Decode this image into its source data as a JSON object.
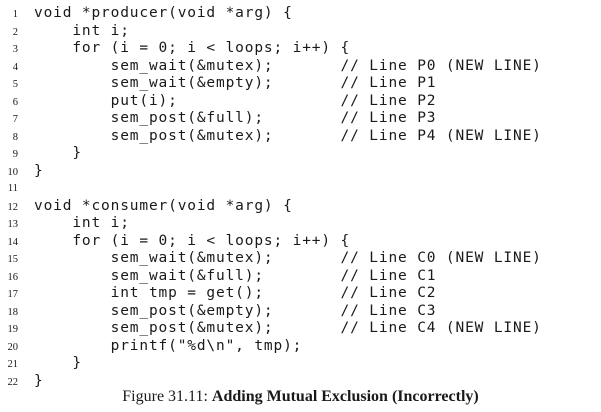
{
  "caption": {
    "label": "Figure 31.11:",
    "title": "Adding Mutual Exclusion (Incorrectly)"
  },
  "code": {
    "language": "c",
    "lines": [
      {
        "num": 1,
        "text": "void *producer(void *arg) {"
      },
      {
        "num": 2,
        "text": "    int i;"
      },
      {
        "num": 3,
        "text": "    for (i = 0; i < loops; i++) {"
      },
      {
        "num": 4,
        "text": "        sem_wait(&mutex);       // Line P0 (NEW LINE)"
      },
      {
        "num": 5,
        "text": "        sem_wait(&empty);       // Line P1"
      },
      {
        "num": 6,
        "text": "        put(i);                 // Line P2"
      },
      {
        "num": 7,
        "text": "        sem_post(&full);        // Line P3"
      },
      {
        "num": 8,
        "text": "        sem_post(&mutex);       // Line P4 (NEW LINE)"
      },
      {
        "num": 9,
        "text": "    }"
      },
      {
        "num": 10,
        "text": "}"
      },
      {
        "num": 11,
        "text": ""
      },
      {
        "num": 12,
        "text": "void *consumer(void *arg) {"
      },
      {
        "num": 13,
        "text": "    int i;"
      },
      {
        "num": 14,
        "text": "    for (i = 0; i < loops; i++) {"
      },
      {
        "num": 15,
        "text": "        sem_wait(&mutex);       // Line C0 (NEW LINE)"
      },
      {
        "num": 16,
        "text": "        sem_wait(&full);        // Line C1"
      },
      {
        "num": 17,
        "text": "        int tmp = get();        // Line C2"
      },
      {
        "num": 18,
        "text": "        sem_post(&empty);       // Line C3"
      },
      {
        "num": 19,
        "text": "        sem_post(&mutex);       // Line C4 (NEW LINE)"
      },
      {
        "num": 20,
        "text": "        printf(\"%d\\n\", tmp);"
      },
      {
        "num": 21,
        "text": "    }"
      },
      {
        "num": 22,
        "text": "}"
      }
    ]
  }
}
